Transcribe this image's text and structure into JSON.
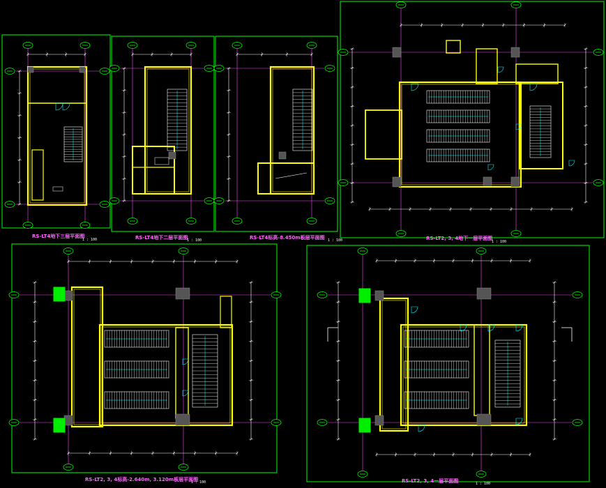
{
  "colors": {
    "background": "#000000",
    "frame": "#00ff00",
    "wall": "#ffff00",
    "axis": "#ff44ff",
    "dim": "#ffffff",
    "door": "#00ffff",
    "text": "#ffffff",
    "title": "#ff66ff",
    "hatch": "#888888",
    "green_fill": "#00ee00"
  },
  "sheets": [
    {
      "title": "RS-LT4地下三层平面图",
      "scale": "1 : 100"
    },
    {
      "title": "RS-LT4地下二层平面图",
      "scale": "1 : 100"
    },
    {
      "title": "RS-LT4标高-8.450m板层平面图",
      "scale": "1 : 100"
    },
    {
      "title": "RS-LT2, 3, 4地下一层平面图",
      "scale": "1 : 100"
    },
    {
      "title": "RS-LT2, 3, 4标高-2.640m, 3.120m板层平面图",
      "scale": "1 : 100"
    },
    {
      "title": "RS-LT2, 3, 4一层平面图",
      "scale": "1 : 100"
    }
  ]
}
